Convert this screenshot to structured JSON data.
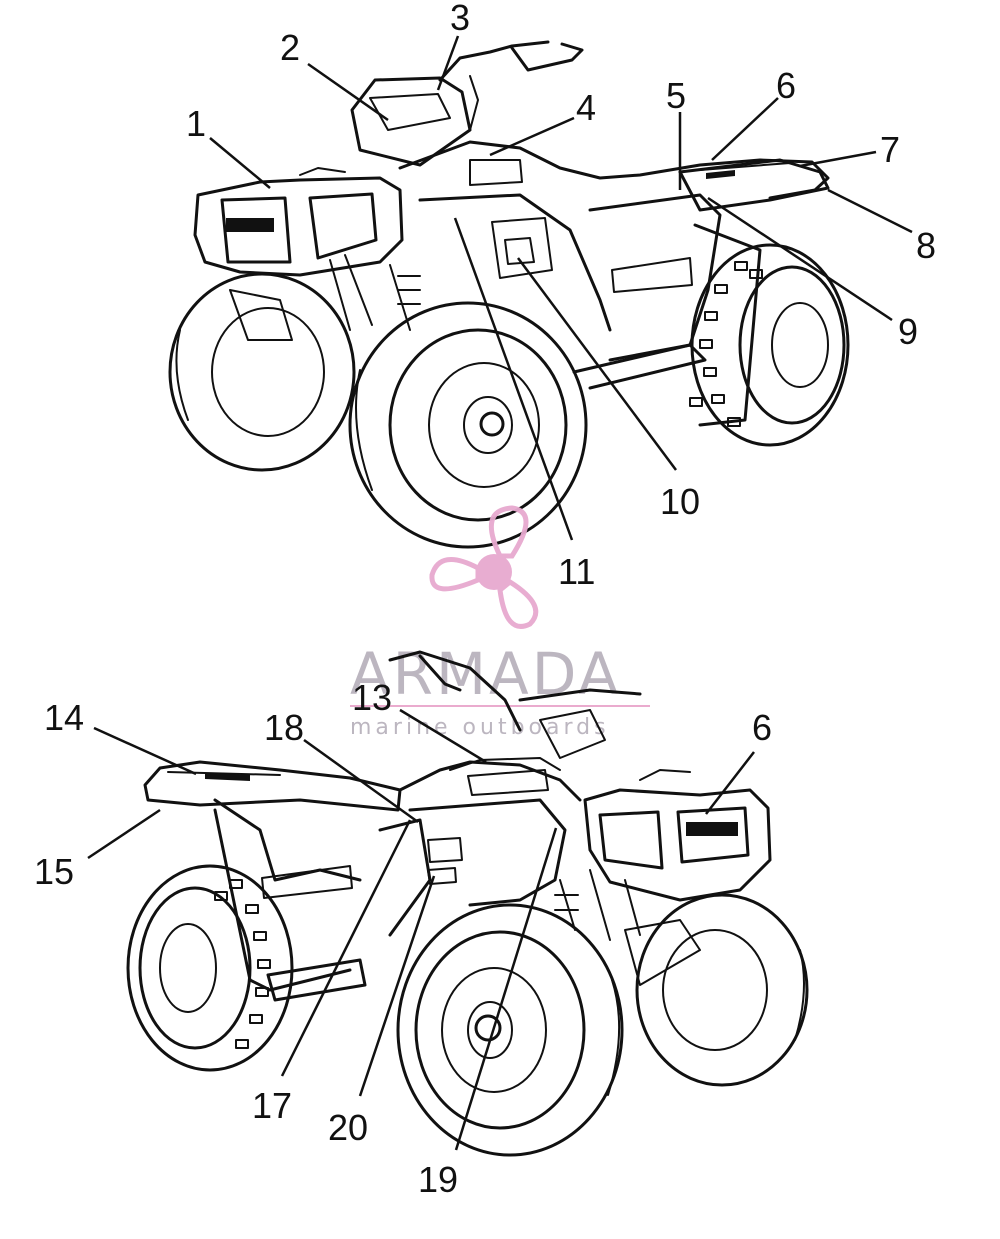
{
  "diagram": {
    "callouts_top": [
      "1",
      "2",
      "3",
      "4",
      "5",
      "6",
      "7",
      "8",
      "9",
      "10",
      "11"
    ],
    "callouts_bottom": [
      "14",
      "15",
      "18",
      "13",
      "6",
      "17",
      "20",
      "19"
    ]
  },
  "watermark": {
    "brand": "ARMADA",
    "tagline": "marine outboards",
    "colors": {
      "logo_pink": "#e7a9cf",
      "text_gray": "#b9b3bd",
      "line_pink": "#e9a7cc"
    },
    "icon": "propeller-icon"
  },
  "colors": {
    "ink": "#111111",
    "background": "#ffffff"
  }
}
